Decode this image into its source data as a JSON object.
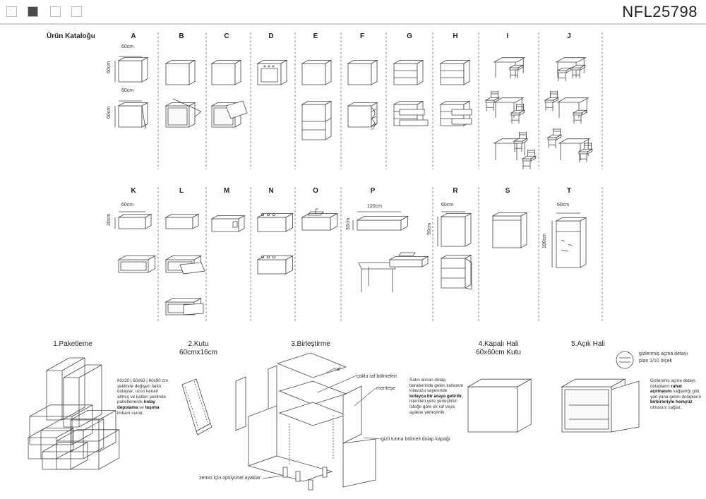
{
  "header": {
    "swatches": [
      {
        "name": "white",
        "color": "#ffffff"
      },
      {
        "name": "dark",
        "color": "#4a4a4a"
      },
      {
        "name": "white",
        "color": "#ffffff"
      },
      {
        "name": "white",
        "color": "#ffffff"
      }
    ],
    "code": "NFL25798"
  },
  "catalog": {
    "title": "Ürün Kataloğu",
    "row1_letters": [
      "A",
      "B",
      "C",
      "D",
      "E",
      "F",
      "G",
      "H",
      "I",
      "J"
    ],
    "row2_letters": [
      "K",
      "L",
      "M",
      "N",
      "O",
      "P",
      "R",
      "S",
      "T"
    ],
    "dims": {
      "a_w1": "60cm",
      "a_h1": "60cm",
      "a_w2": "60cm",
      "a_h2": "60cm",
      "k_w": "60cm",
      "k_h": "30cm",
      "p_w": "120cm",
      "p_h": "30cm",
      "r_w": "60cm",
      "r_h": "90cm",
      "t_w": "60cm",
      "t_h": "180cm"
    }
  },
  "steps": {
    "s1": "1.Paketleme",
    "s2_line1": "2.Kutu",
    "s2_line2": "60cmx16cm",
    "s3": "3.Birleştirme",
    "s4_line1": "4.Kapalı Hali",
    "s4_line2": "60x60cm Kutu",
    "s5": "5.Açık Hali"
  },
  "notes": {
    "packing": {
      "p1": "60x30 | 60x60 | 60x90 cm",
      "p2": "şeklinde değişen farklı",
      "p3": "dolaplar, uzun kenarı",
      "p4": "altmış ve katları şeklinde",
      "p5": "paketlenerek ",
      "p5b": "kolay",
      "p6b": "depolama",
      "p6": " ve ",
      "p6c": "taşıma",
      "p7": "imkanı sunar."
    },
    "assembly": {
      "a1": "Satın alınan dolap,",
      "a2": "beraberinde gelen kullanım",
      "a3": "kılavuzu sayesinde",
      "a4b": "kolayca bir araya getirilir,",
      "a5": "istenilen yere yerleştirilir.",
      "a6": "İsteğe göre ek raf veya",
      "a7": "ayaklık yerleştirilir."
    },
    "open": {
      "o1": "Gizlenmiş açma detayı,",
      "o2": "dolapların ",
      "o2b": "rahat",
      "o3b": "açılmasını",
      "o3": " sağladığı gibi,",
      "o4": "yan yana gelen dolapların",
      "o5b": "birbirleriyle hemyüz",
      "o6": "olmasını sağlar."
    }
  },
  "callouts": {
    "raf": "raf",
    "coklu": "çoklu raf bölmeleri",
    "mentese": "menteşe",
    "gizli": "gizli tutma bölmeli dolap kapağı",
    "zemin": "zemin için opsiyonel ayaklar",
    "detail_title": "gizlenmiş açma detayı",
    "detail_scale": "plan 1/10 ölçek"
  }
}
